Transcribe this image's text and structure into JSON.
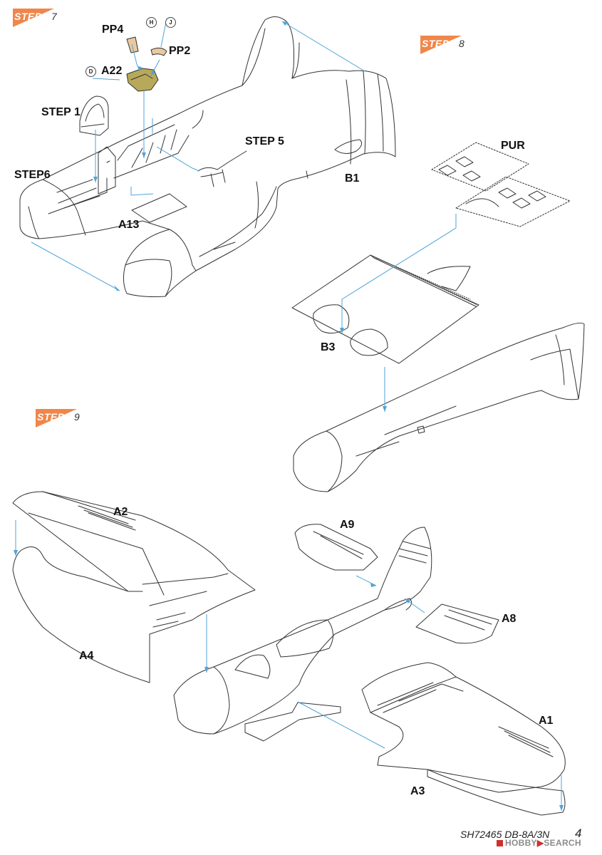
{
  "steps": [
    {
      "word": "STEP",
      "num": "7"
    },
    {
      "word": "STEP",
      "num": "8"
    },
    {
      "word": "STEP",
      "num": "9"
    }
  ],
  "labels": {
    "pp4": "PP4",
    "pp2": "PP2",
    "a22": "A22",
    "step1": "STEP 1",
    "step5": "STEP 5",
    "step6": "STEP6",
    "a13": "A13",
    "b1": "B1",
    "pur": "PUR",
    "b3": "B3",
    "a2": "A2",
    "a4": "A4",
    "a9": "A9",
    "a8": "A8",
    "a1": "A1",
    "a3": "A3"
  },
  "color_badges": {
    "h": "H",
    "j": "J",
    "d": "D"
  },
  "footer": {
    "code": "SH72465 DB-8A/3N",
    "page": "4"
  },
  "watermark": {
    "brand": "HOBBY",
    "suffix": "SEARCH",
    "icon": "hobby-search-logo-icon",
    "color": "#d0302c"
  },
  "colors": {
    "step_banner": "#f0864a",
    "arrow": "#4fa3d8",
    "cockpit_part": "#b8a95a",
    "line": "#333333"
  }
}
